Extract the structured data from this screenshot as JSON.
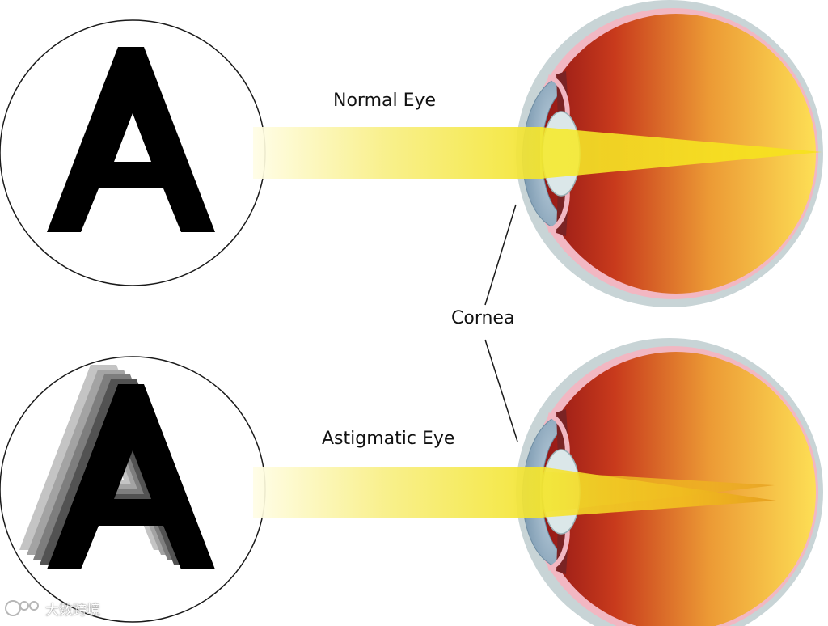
{
  "labels": {
    "normal": "Normal Eye",
    "astigmatic": "Astigmatic Eye",
    "cornea": "Cornea"
  },
  "letter": "A",
  "watermark": {
    "text": "大数跨境"
  },
  "colors": {
    "light_beam": "#f2e31c",
    "retina_outer": "#a51e1e",
    "retina_inner": "#fbd64a",
    "sclera": "#c8d4d6",
    "cornea": "#9fb7c9",
    "lens": "#dbe7e9",
    "letter": "#000000"
  }
}
